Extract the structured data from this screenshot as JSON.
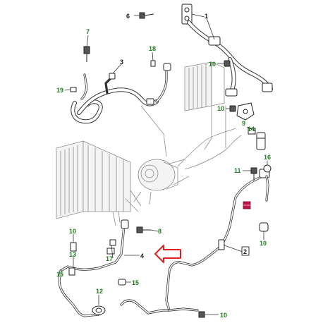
{
  "callouts": [
    {
      "id": "1",
      "text": "1",
      "color": "black"
    },
    {
      "id": "2",
      "text": "2",
      "color": "black",
      "boxed": true
    },
    {
      "id": "3",
      "text": "3",
      "color": "black"
    },
    {
      "id": "4",
      "text": "4",
      "color": "black"
    },
    {
      "id": "6",
      "text": "6",
      "color": "black"
    },
    {
      "id": "7",
      "text": "7",
      "color": "green"
    },
    {
      "id": "8",
      "text": "8",
      "color": "green"
    },
    {
      "id": "9",
      "text": "9",
      "color": "green"
    },
    {
      "id": "10a",
      "text": "10",
      "color": "green"
    },
    {
      "id": "10b",
      "text": "10",
      "color": "green"
    },
    {
      "id": "10c",
      "text": "10",
      "color": "green"
    },
    {
      "id": "10d",
      "text": "10",
      "color": "green"
    },
    {
      "id": "11",
      "text": "11",
      "color": "green"
    },
    {
      "id": "12",
      "text": "12",
      "color": "green"
    },
    {
      "id": "13",
      "text": "13",
      "color": "green"
    },
    {
      "id": "14",
      "text": "14",
      "color": "green"
    },
    {
      "id": "15a",
      "text": "15",
      "color": "green"
    },
    {
      "id": "15b",
      "text": "15",
      "color": "green"
    },
    {
      "id": "16",
      "text": "16",
      "color": "green"
    },
    {
      "id": "17",
      "text": "17",
      "color": "green"
    },
    {
      "id": "18",
      "text": "18",
      "color": "green"
    },
    {
      "id": "19",
      "text": "19",
      "color": "green"
    }
  ],
  "colors": {
    "callout_black": "#222222",
    "callout_green": "#1f7a1f",
    "highlight_arrow": "#e02020",
    "highlight_marker": "#c0164a",
    "line": "#333333",
    "ghost": "#8a8a8a"
  },
  "icons": {
    "pointer_arrow": "left-pointing-hollow-arrow",
    "marker": "filled-square-marker"
  }
}
